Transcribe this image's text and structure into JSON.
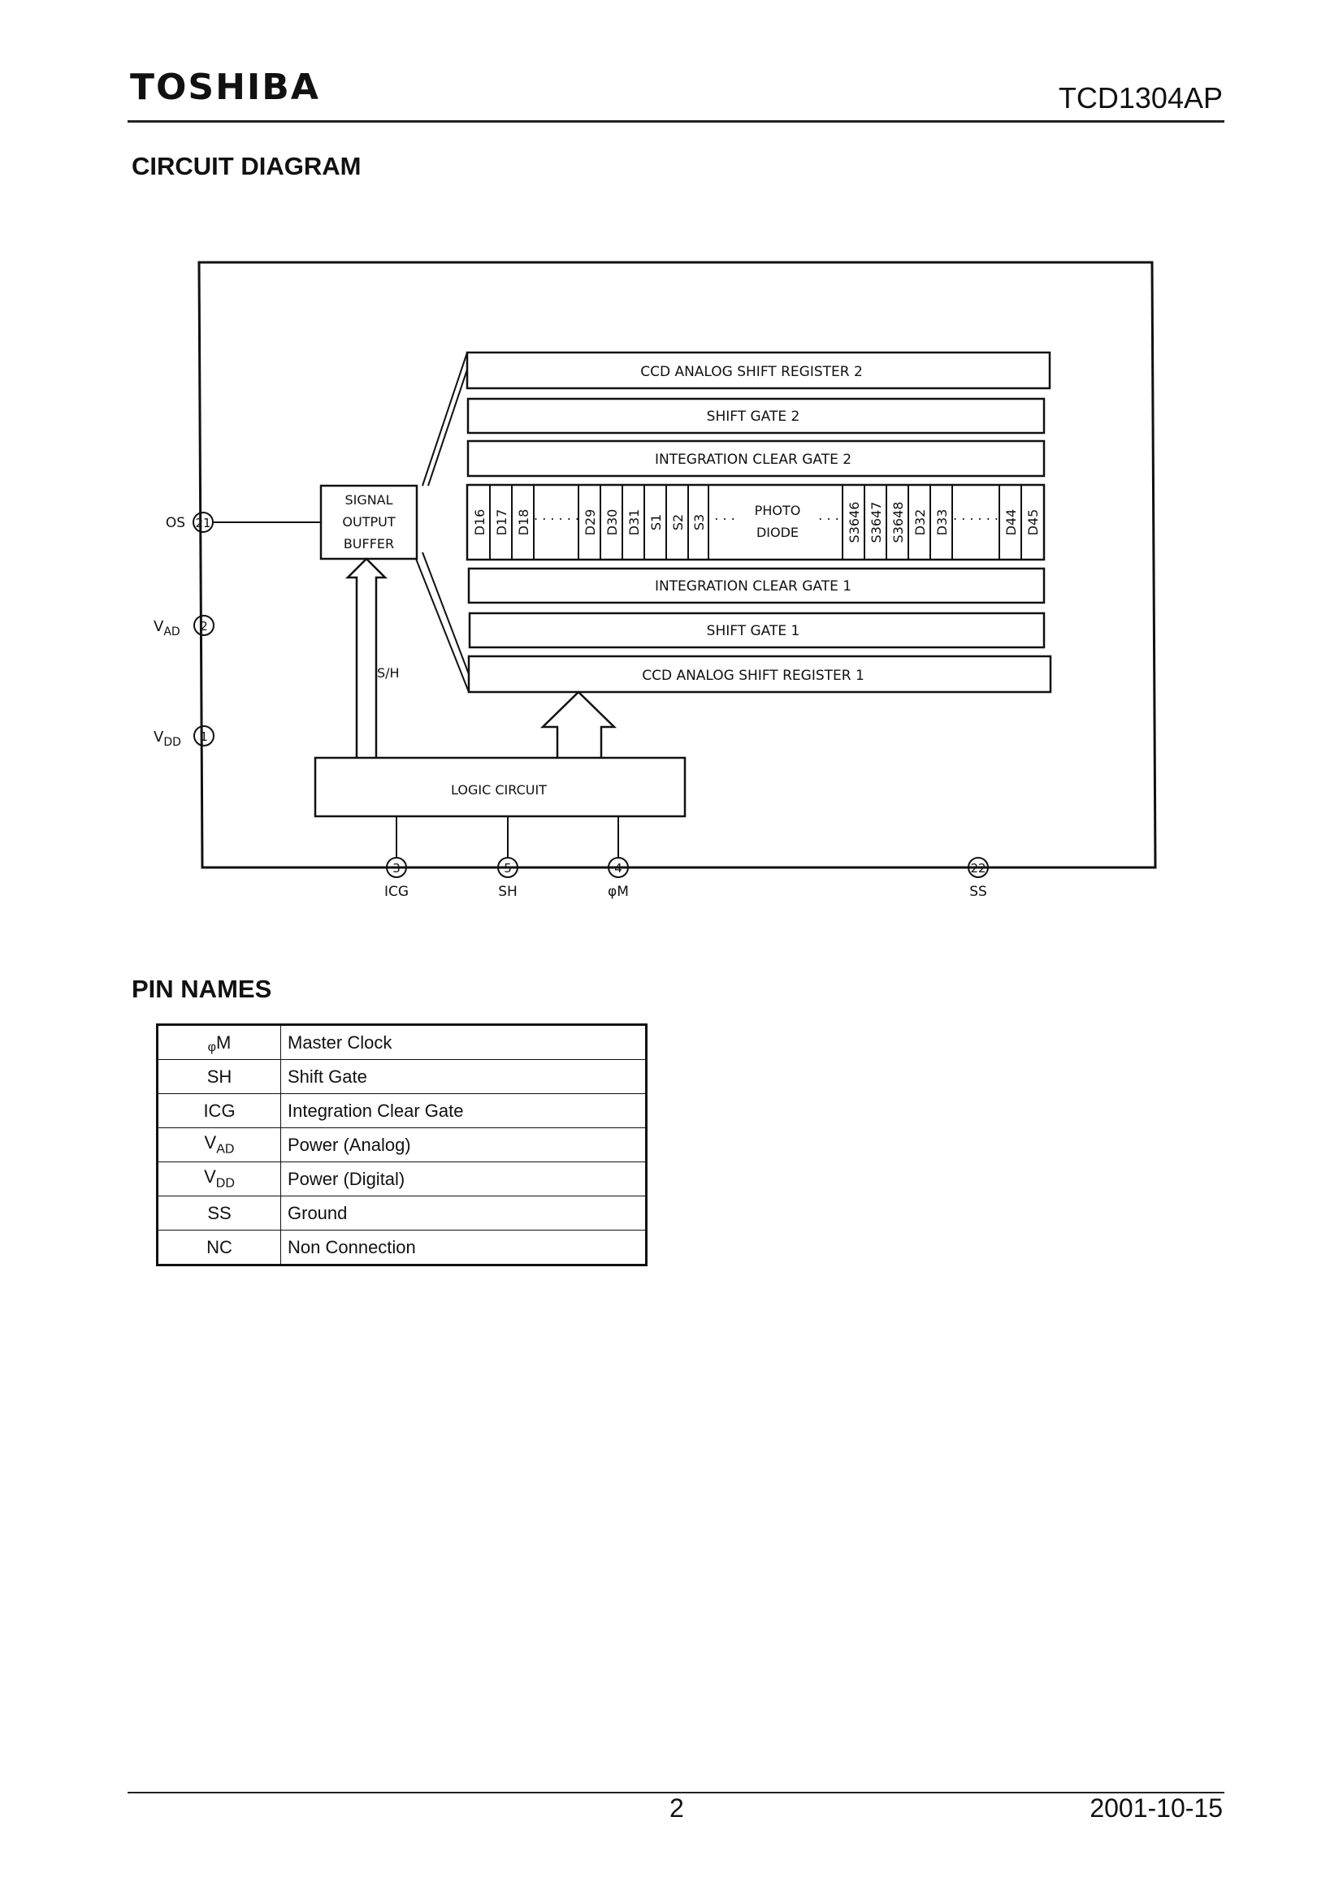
{
  "header": {
    "brand": "TOSHIBA",
    "doc_number": "TCD1304AP"
  },
  "sections": {
    "circuit_title": "CIRCUIT DIAGRAM",
    "pin_names_title": "PIN NAMES"
  },
  "diagram": {
    "blocks": {
      "ccd2": "CCD ANALOG SHIFT REGISTER 2",
      "shift2": "SHIFT  GATE 2",
      "icg2": "INTEGRATION CLEAR GATE 2",
      "icg1": "INTEGRATION CLEAR GATE 1",
      "shift1": "SHIFT  GATE 1",
      "ccd1": "CCD ANALOG SHIFT REGISTER 1",
      "logic": "LOGIC CIRCUIT",
      "buffer_l1": "SIGNAL",
      "buffer_l2": "OUTPUT",
      "buffer_l3": "BUFFER",
      "photo_l1": "PHOTO",
      "photo_l2": "DIODE",
      "sh_label": "S/H"
    },
    "cells_left": [
      "D16",
      "D17",
      "D18",
      "D29",
      "D30",
      "D31",
      "S1",
      "S2",
      "S3"
    ],
    "cells_right": [
      "S3646",
      "S3647",
      "S3648",
      "D32",
      "D33",
      "D44",
      "D45"
    ],
    "dots": ". . . . . .",
    "dots_short": ". . .",
    "pins": {
      "os": {
        "label": "OS",
        "num": "21"
      },
      "vad": {
        "label": "V",
        "sub": "AD",
        "num": "2"
      },
      "vdd": {
        "label": "V",
        "sub": "DD",
        "num": "1"
      },
      "icg": {
        "label": "ICG",
        "num": "3"
      },
      "sh": {
        "label": "SH",
        "num": "5"
      },
      "phim": {
        "label": "φM",
        "num": "4"
      },
      "ss": {
        "label": "SS",
        "num": "22"
      }
    }
  },
  "pin_table": [
    {
      "symbol": "φ",
      "symbol_rest": "M",
      "sub": "",
      "description": "Master Clock"
    },
    {
      "symbol": "SH",
      "symbol_rest": "",
      "sub": "",
      "description": "Shift Gate"
    },
    {
      "symbol": "ICG",
      "symbol_rest": "",
      "sub": "",
      "description": "Integration Clear Gate"
    },
    {
      "symbol": "V",
      "symbol_rest": "",
      "sub": "AD",
      "description": "Power (Analog)"
    },
    {
      "symbol": "V",
      "symbol_rest": "",
      "sub": "DD",
      "description": "Power (Digital)"
    },
    {
      "symbol": "SS",
      "symbol_rest": "",
      "sub": "",
      "description": "Ground"
    },
    {
      "symbol": "NC",
      "symbol_rest": "",
      "sub": "",
      "description": "Non Connection"
    }
  ],
  "footer": {
    "page_number": "2",
    "date": "2001-10-15"
  }
}
